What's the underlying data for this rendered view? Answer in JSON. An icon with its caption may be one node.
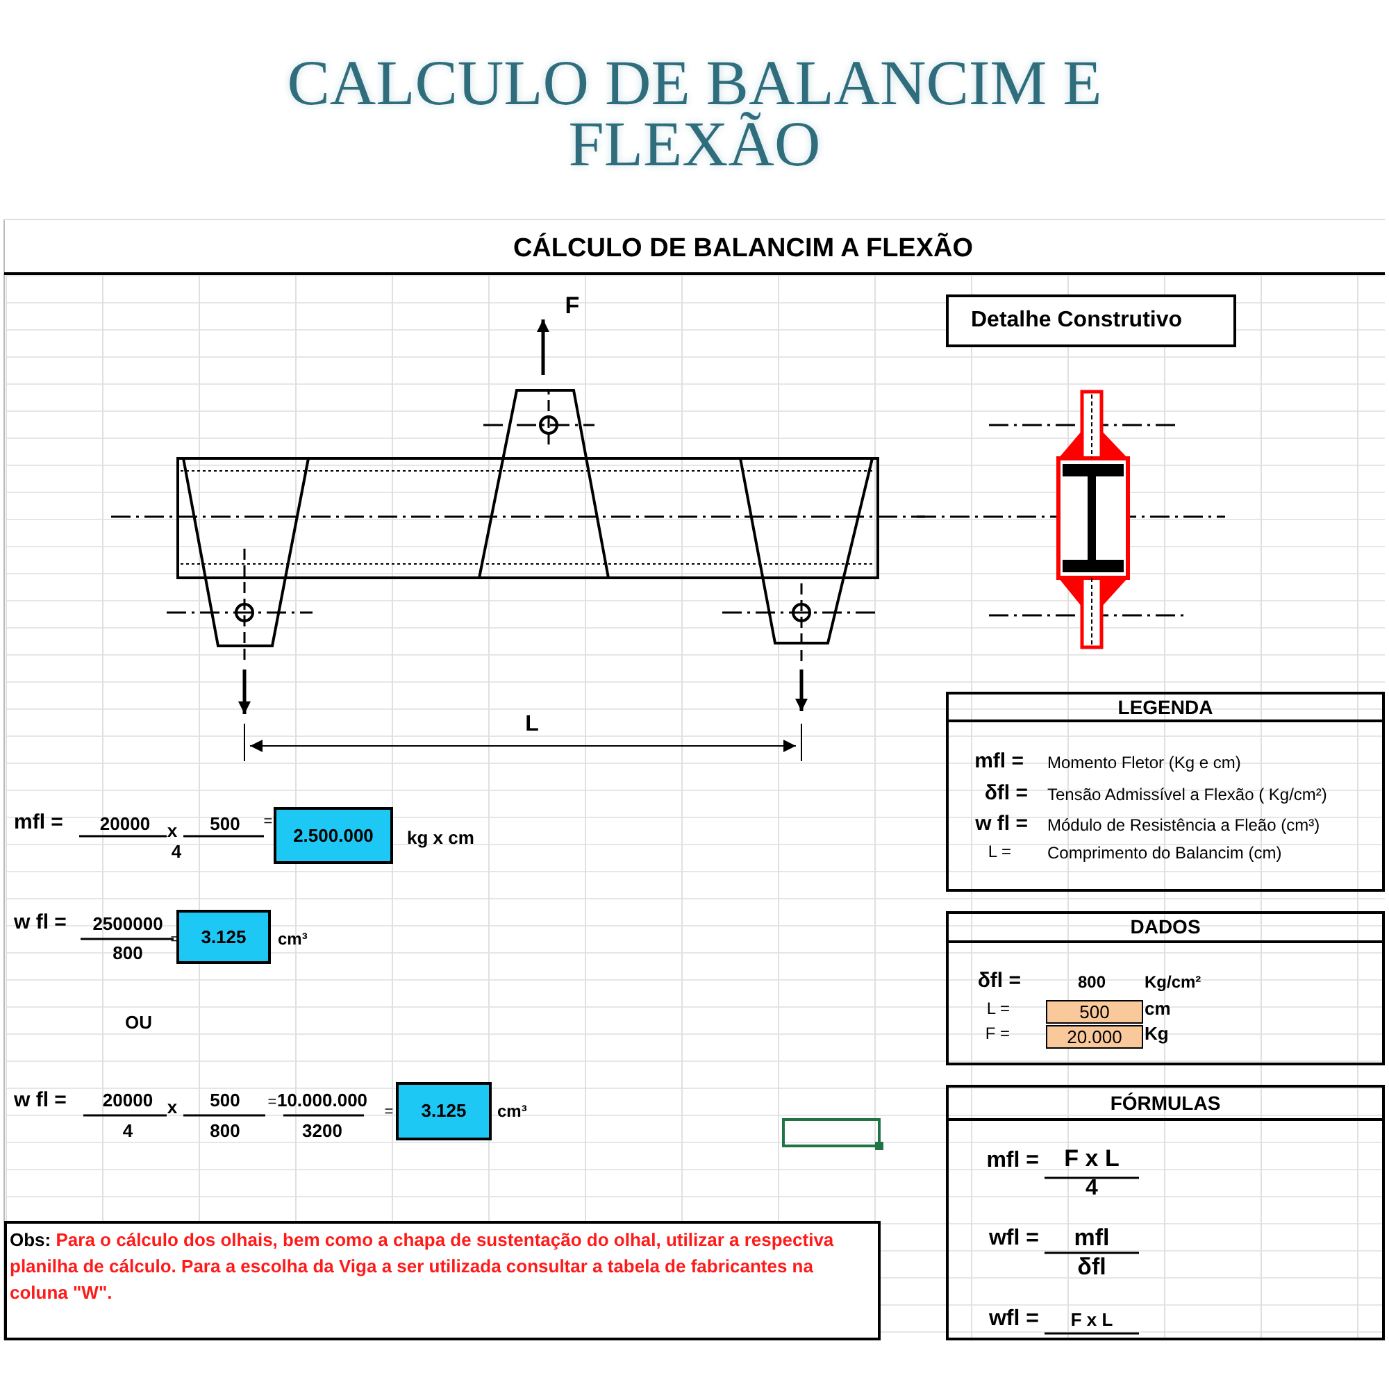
{
  "diagram": {
    "title": "CALCULO DE BALANCIM E FLEXÃO",
    "nodes": [
      {
        "text": [
          "Detalhe Construtivo"
        ]
      },
      {
        "text": [
          "LEGENDA"
        ]
      },
      {
        "text": [
          "2.500.000"
        ]
      },
      {
        "text": [
          "DADOS"
        ]
      },
      {
        "text": [
          "3.125"
        ]
      },
      {
        "text": [
          "500"
        ],
        "in": 3
      },
      {
        "text": [
          "20.000"
        ],
        "in": 3
      },
      {
        "text": [
          "3.125"
        ]
      },
      {
        "text": [],
        "shape": "box"
      },
      {
        "text": [
          "FÓRMULAS"
        ]
      },
      {
        "text": [
          "Obs:",
          "Para o cálculo dos olhais, bem como a chapa de sustentação do olhal, utilizar a respectiva planilha de cálculo. Para a escolha da Viga a ser utilizada consultar a tabela de fabricantes na coluna \"W\"."
        ]
      }
    ],
    "labels": [
      "CÁLCULO DE BALANCIM A FLEXÃO",
      "F",
      "L",
      "mfl =",
      "20000",
      "x",
      "500",
      "=",
      "4",
      "kg x cm",
      "w fl =",
      "2500000",
      "=",
      "800",
      "cm³",
      "OU",
      "w fl =",
      "20000",
      "x",
      "500",
      "=",
      "10.000.000",
      "=",
      "cm³",
      "4",
      "800",
      "3200",
      "mfl =",
      "Momento Fletor (Kg e cm)",
      "δfl =",
      "Tensão Admissível a Flexão ( Kg/cm²)",
      "w fl =",
      "Módulo de Resistência a Fleão (cm³)",
      "L =",
      "Comprimento do Balancim (cm)",
      "δfl =",
      "800",
      "Kg/cm²",
      "L =",
      "cm",
      "F =",
      "Kg",
      "mfl =",
      "F x L",
      "4",
      "wfl =",
      "mfl",
      "δfl",
      "wfl =",
      "F x L"
    ]
  }
}
